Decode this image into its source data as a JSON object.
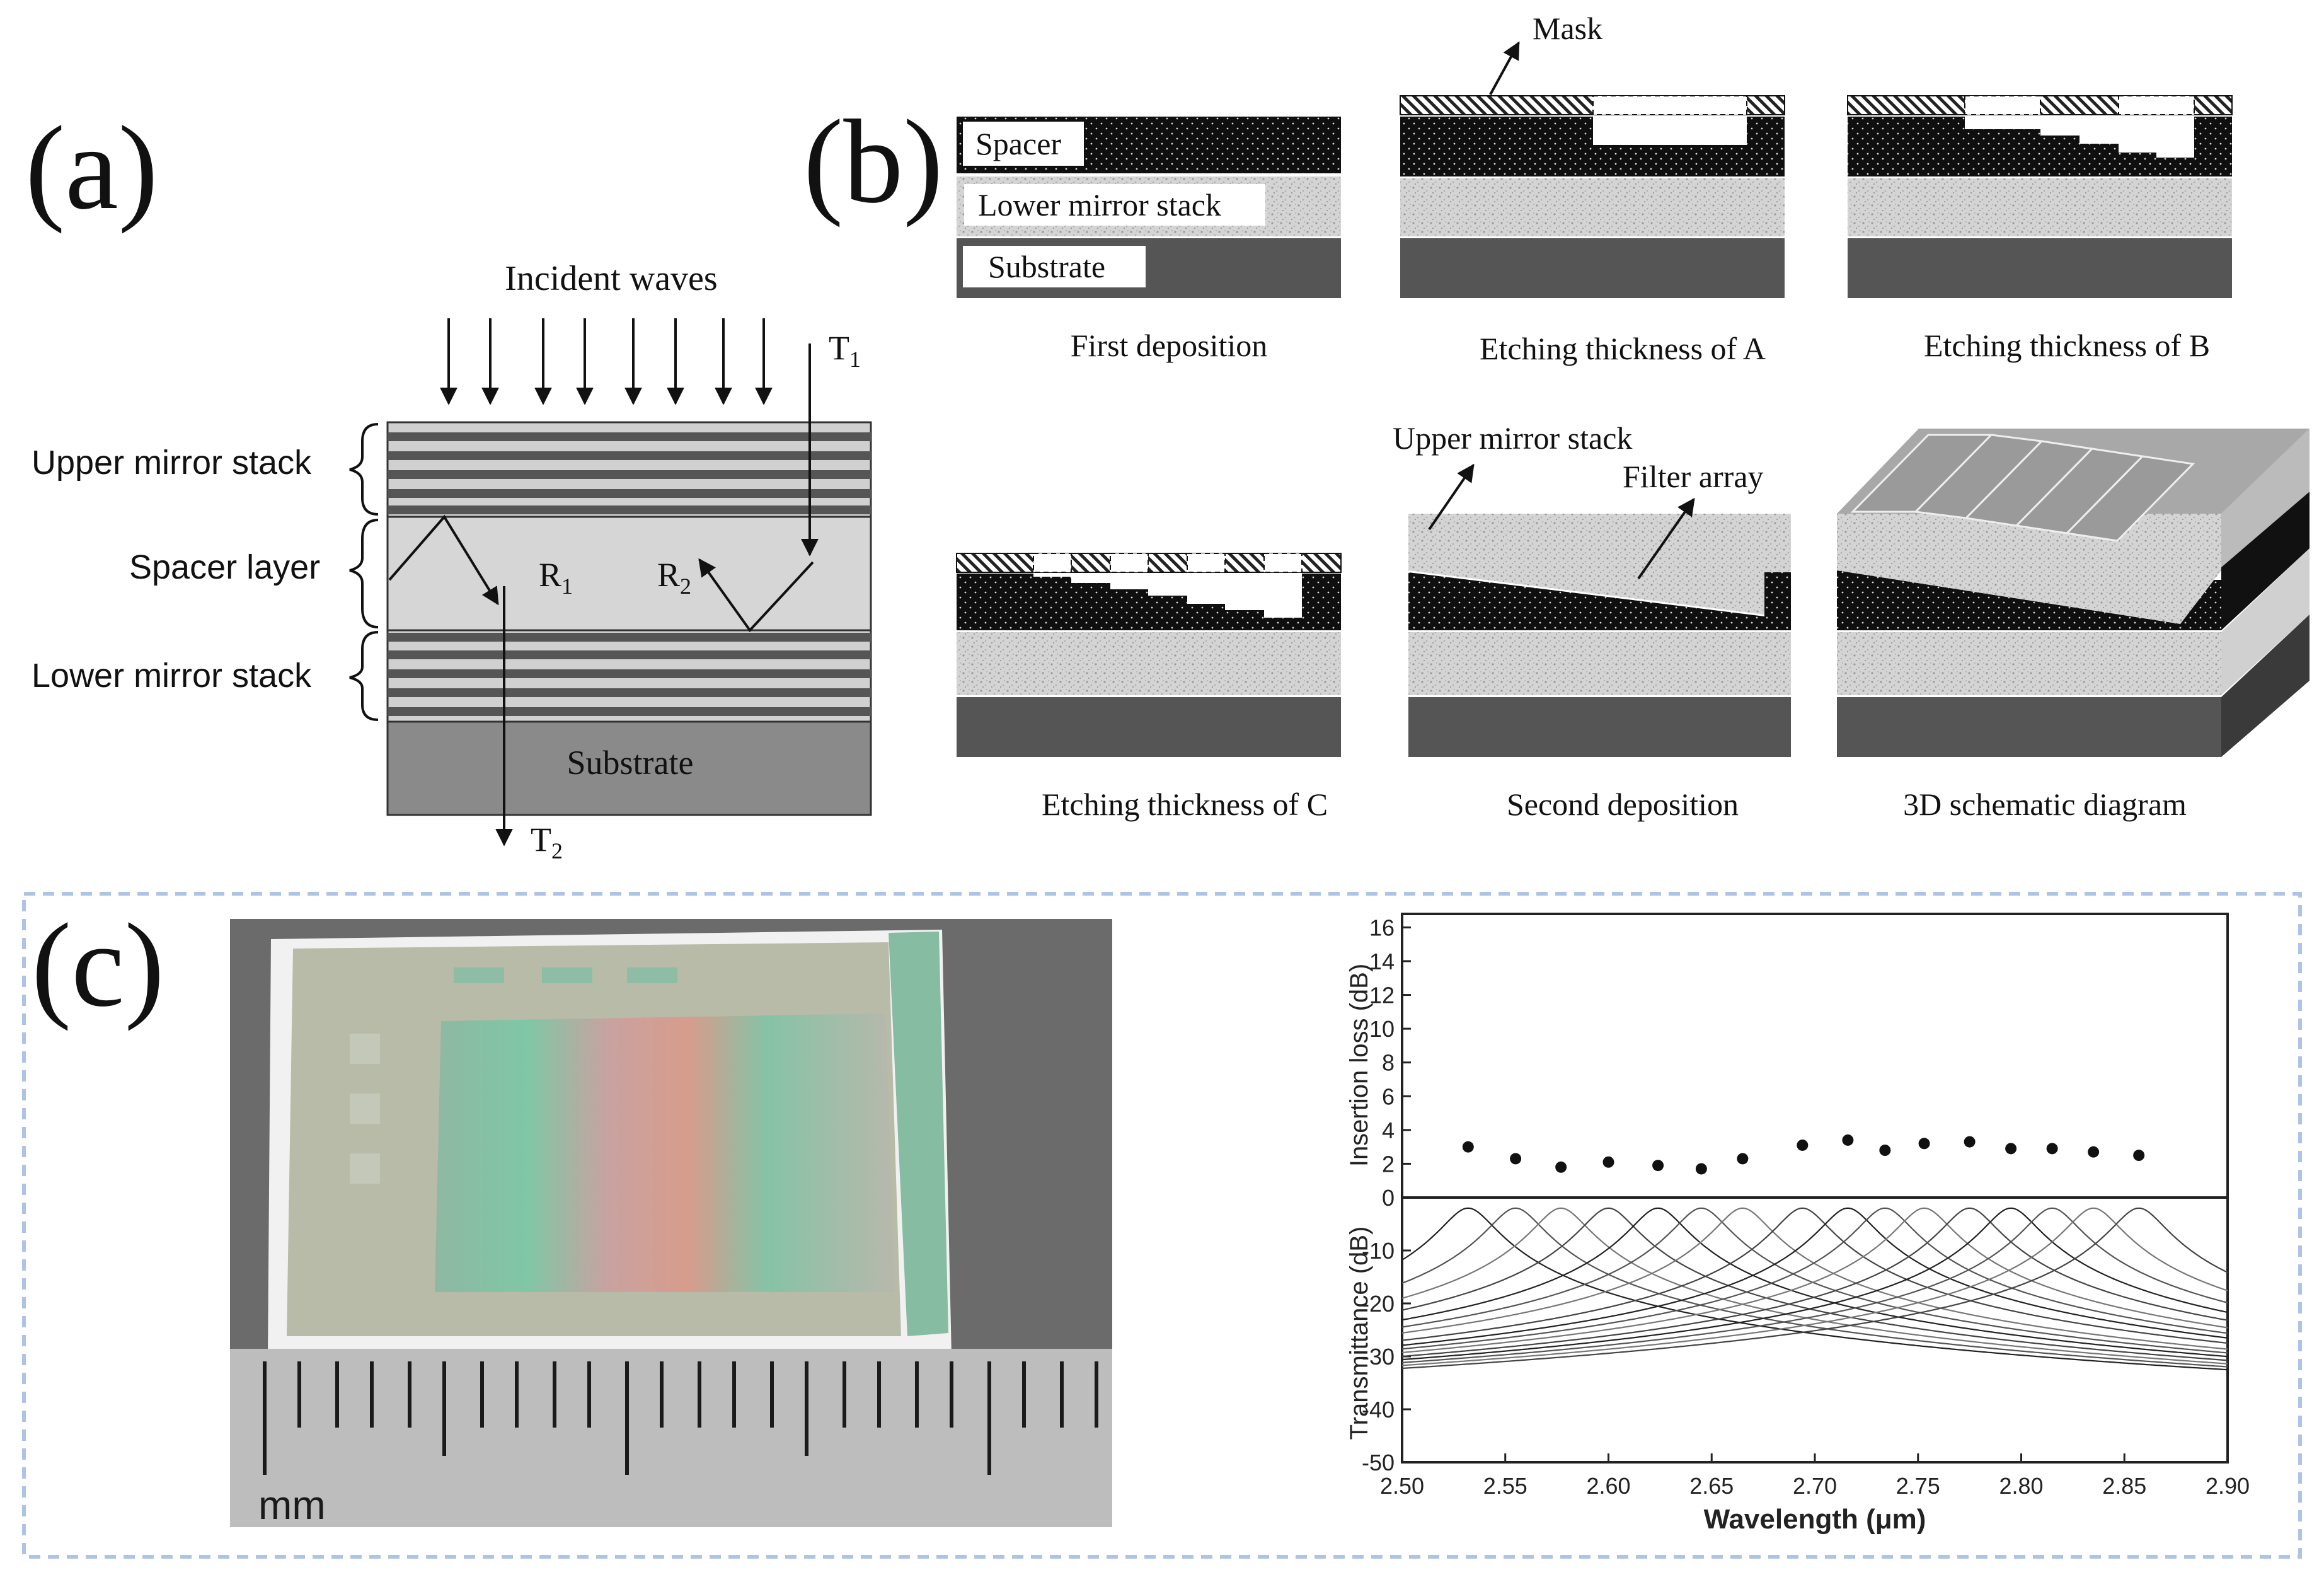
{
  "panel_a": {
    "letter": "(a)",
    "incident_waves": "Incident waves",
    "t1": "T",
    "t1_sub": "1",
    "t2": "T",
    "t2_sub": "2",
    "r1": "R",
    "r1_sub": "1",
    "r2": "R",
    "r2_sub": "2",
    "upper_mirror_stack": "Upper mirror stack",
    "spacer_layer": "Spacer layer",
    "lower_mirror_stack": "Lower mirror stack",
    "substrate": "Substrate"
  },
  "panel_b": {
    "letter": "(b)",
    "mask": "Mask",
    "spacer": "Spacer",
    "lower_mirror_stack": "Lower mirror stack",
    "substrate": "Substrate",
    "upper_mirror_stack": "Upper mirror stack",
    "filter_array": "Filter array",
    "captions": [
      "First deposition",
      "Etching thickness of A",
      "Etching thickness of B",
      "Etching thickness of C",
      "Second deposition",
      "3D schematic diagram"
    ]
  },
  "panel_c": {
    "letter": "(c)",
    "ruler_unit": "mm",
    "chart_data": {
      "type": "scatter",
      "xlabel": "Wavelength (μm)",
      "x_ticks": [
        "2.50",
        "2.55",
        "2.60",
        "2.65",
        "2.70",
        "2.75",
        "2.80",
        "2.85",
        "2.90"
      ],
      "xlim": [
        2.5,
        2.9
      ],
      "top": {
        "ylabel": "Insertion loss (dB)",
        "y_ticks": [
          "0",
          "2",
          "4",
          "6",
          "8",
          "10",
          "12",
          "14",
          "16"
        ],
        "ylim": [
          0,
          16.8
        ],
        "x": [
          2.532,
          2.555,
          2.577,
          2.6,
          2.624,
          2.645,
          2.665,
          2.694,
          2.716,
          2.734,
          2.753,
          2.775,
          2.795,
          2.815,
          2.835,
          2.857
        ],
        "values": [
          3.0,
          2.3,
          1.8,
          2.1,
          1.9,
          1.7,
          2.3,
          3.1,
          3.4,
          2.8,
          3.2,
          3.3,
          2.9,
          2.9,
          2.7,
          2.5
        ]
      },
      "bottom": {
        "ylabel": "Transmittance (dB)",
        "y_ticks": [
          "-10",
          "-20",
          "-30",
          "-40",
          "-50"
        ],
        "ylim": [
          -50,
          0
        ],
        "peak_centers": [
          2.532,
          2.555,
          2.577,
          2.6,
          2.624,
          2.645,
          2.665,
          2.694,
          2.716,
          2.734,
          2.753,
          2.775,
          2.795,
          2.815,
          2.835,
          2.857
        ],
        "peak_value": -2
      }
    }
  },
  "colors": {
    "dashed_border": "#aec4e4",
    "substrate_gray": "#555555",
    "spacer_light": "#d6d6d6",
    "dark_layer": "#1a1a1a"
  }
}
